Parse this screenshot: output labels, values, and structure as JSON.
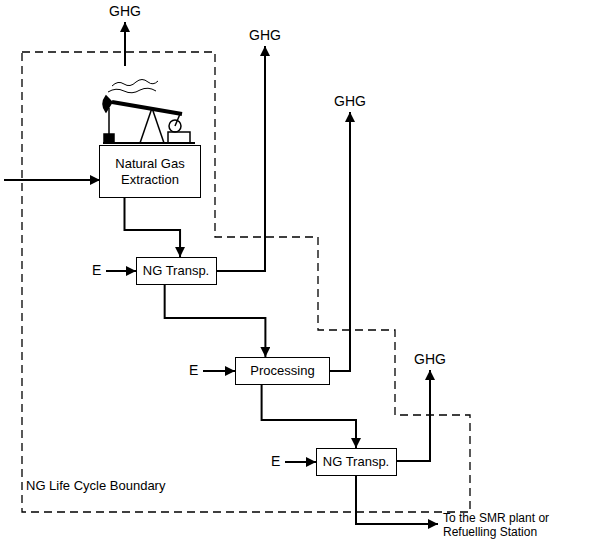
{
  "diagram": {
    "nodes": [
      {
        "text": [
          "NG Life Cycle Boundary"
        ]
      },
      {
        "text": [
          "Natural Gas Extraction"
        ],
        "in": 0
      },
      {
        "text": [
          "NG Transp."
        ],
        "in": 0
      },
      {
        "text": [
          "Processing"
        ],
        "in": 0
      },
      {
        "text": [
          "NG Transp."
        ],
        "in": 0
      }
    ],
    "edges": [
      {
        "from": 1,
        "to": 2,
        "arrow": "to"
      },
      {
        "from": 2,
        "to": 3,
        "arrow": "to"
      },
      {
        "from": 3,
        "to": 4,
        "arrow": "to"
      }
    ],
    "labels": [
      "GHG",
      "GHG",
      "GHG",
      "GHG",
      "E",
      "E",
      "E",
      "To the SMR plant or Refuelling Station"
    ]
  }
}
